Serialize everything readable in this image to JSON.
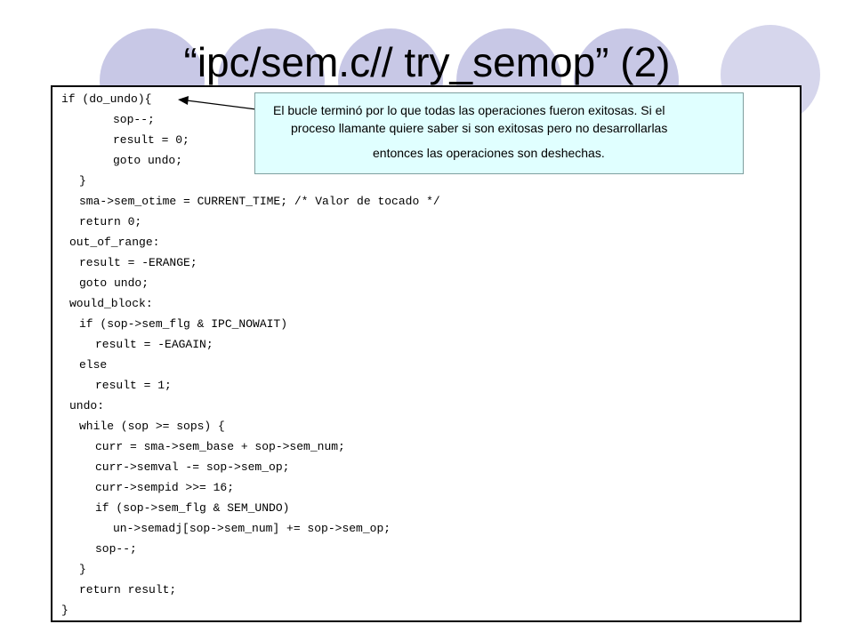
{
  "colors": {
    "decor_circle": "#c8c8e6",
    "callout_bg": "#e0ffff",
    "code_border": "#000000"
  },
  "slide": {
    "title": "“ipc/sem.c// try_semop” (2)"
  },
  "code": {
    "lines": [
      "if (do_undo){",
      "sop--;",
      "result = 0;",
      "goto undo;",
      "}",
      "sma->sem_otime = CURRENT_TIME; /* Valor de tocado */",
      "return 0;",
      "out_of_range:",
      "result = -ERANGE;",
      "goto undo;",
      "would_block:",
      "if (sop->sem_flg & IPC_NOWAIT)",
      "result = -EAGAIN;",
      "else",
      "result = 1;",
      "undo:",
      "while (sop >= sops) {",
      "curr = sma->sem_base + sop->sem_num;",
      "curr->semval -= sop->sem_op;",
      "curr->sempid >>= 16;",
      "if (sop->sem_flg & SEM_UNDO)",
      "un->semadj[sop->sem_num] += sop->sem_op;",
      "sop--;",
      "}",
      "return result;",
      "}"
    ]
  },
  "callout": {
    "line1": "El bucle terminó por lo que todas las operaciones fueron exitosas. Si el",
    "line2": "proceso llamante quiere saber si son exitosas pero no desarrollarlas",
    "line3": "entonces las operaciones son deshechas."
  }
}
